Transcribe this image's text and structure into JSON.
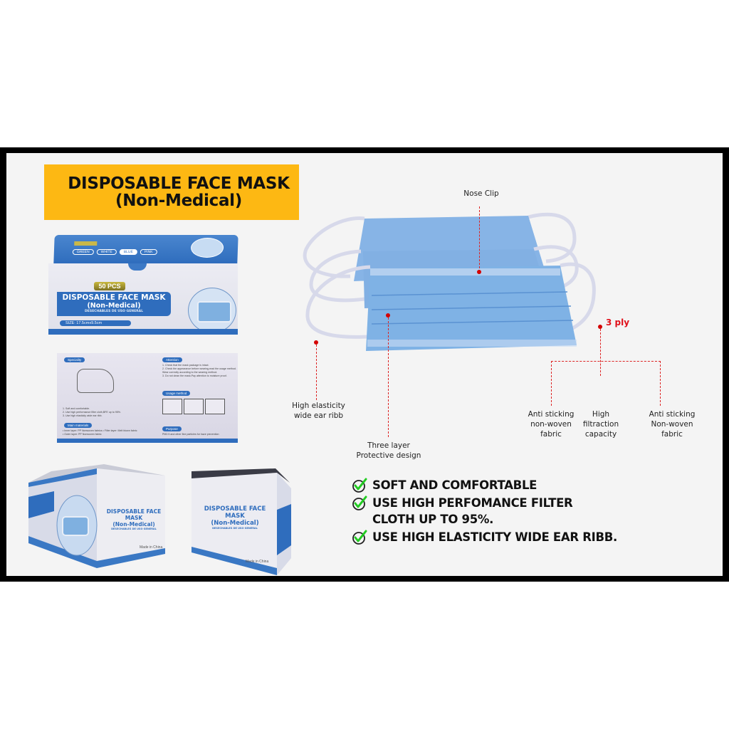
{
  "banner": {
    "line1": "DISPOSABLE FACE MASK",
    "line2": "(Non-Medical)",
    "color": "#fdb813"
  },
  "box_front": {
    "lid_chips": [
      "GREEN",
      "WHITE",
      "BLUE",
      "PINK"
    ],
    "pcs_label": "50 PCS",
    "name_line1": "DISPOSABLE FACE MASK",
    "name_line2": "(Non-Medical)",
    "name_line3": "DESECHABLES DE USO GENERAL",
    "size_label": "SIZE: 17.5cmx9.5cm"
  },
  "box_back": {
    "speciality_label": "Speciality",
    "speciality_items": [
      "1. Soft and comfortable.",
      "2. Use high performance filter cloth,BFE up to 95%.",
      "3. Use high elasticity wide ear ribb."
    ],
    "materials_label": "Main materials",
    "materials_items": [
      "• Inner layer: PP Nonwoven fabrics   • Filter layer: Melt blown fabric",
      "• Outer layer: PP Nonwoven fabric"
    ],
    "attention_label": "Attention",
    "attention_items": [
      "1. Check that the mask package is intact.",
      "2. Check the appearance before wearing,read the usage method.",
      "   Wear correctly according to the wearing method.",
      "3. Do not clean the mask.Pay attention to moisture proof."
    ],
    "usage_label": "Usage method",
    "usage_steps": [
      "1",
      "2",
      "3"
    ],
    "purpose_label": "Purpose",
    "purpose_text": "PM2.5 and other fine particles for haze prevention"
  },
  "box_angled_left": {
    "title_line1": "DISPOSABLE FACE MASK",
    "title_line2": "(Non-Medical)",
    "title_line3": "DESECHABLES DE USO GENERAL",
    "made_in": "Made in China"
  },
  "box_angled_right": {
    "title_line1": "DISPOSABLE FACE MASK",
    "title_line2": "(Non-Medical)",
    "title_line3": "DESECHABLES DE USO GENERAL",
    "made_in": "Made in China"
  },
  "diagram": {
    "nose_clip": "Nose Clip",
    "ply_label": "3 ply",
    "ear_ribb": [
      "High elasticity",
      "wide ear ribb"
    ],
    "three_layer": [
      "Three layer",
      "Protective design"
    ],
    "anti_sticking_1": [
      "Anti sticking",
      "non-woven",
      "fabric"
    ],
    "high_filtration": [
      "High filtraction",
      "capacity"
    ],
    "anti_sticking_2": [
      "Anti sticking",
      "Non-woven",
      "fabric"
    ],
    "callout_color": "#d40000",
    "mask_color": "#7fb2e5"
  },
  "features": [
    {
      "icon": "check-circle-icon",
      "lines": [
        "SOFT AND COMFORTABLE"
      ]
    },
    {
      "icon": "check-circle-icon",
      "lines": [
        "USE HIGH PERFOMANCE FILTER",
        "CLOTH UP TO 95%."
      ]
    },
    {
      "icon": "check-circle-icon",
      "lines": [
        "USE HIGH ELASTICITY WIDE EAR RIBB."
      ]
    }
  ]
}
